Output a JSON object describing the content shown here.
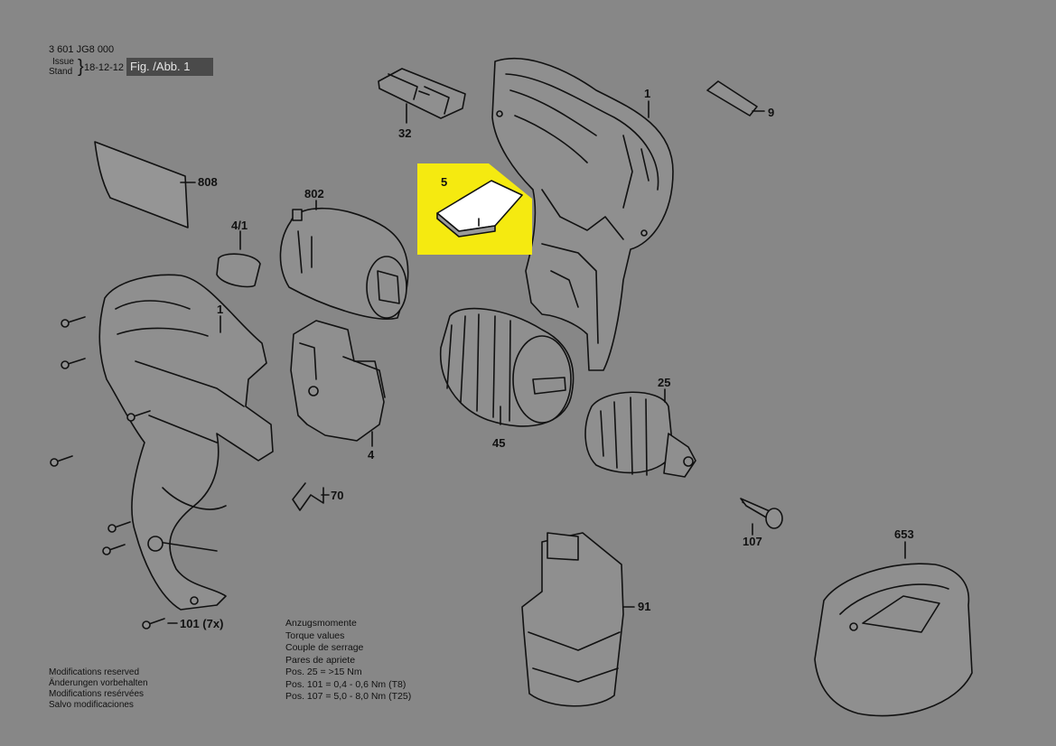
{
  "header": {
    "part_number": "3 601 JG8 000",
    "issue_label": "Issue",
    "stand_label": "Stand",
    "date": "18-12-12",
    "fig_label": "Fig. /Abb. 1"
  },
  "parts": [
    {
      "id": "32"
    },
    {
      "id": "1"
    },
    {
      "id": "9"
    },
    {
      "id": "808"
    },
    {
      "id": "5"
    },
    {
      "id": "802"
    },
    {
      "id": "4/1"
    },
    {
      "id": "1"
    },
    {
      "id": "25"
    },
    {
      "id": "4"
    },
    {
      "id": "45"
    },
    {
      "id": "70"
    },
    {
      "id": "107"
    },
    {
      "id": "653"
    },
    {
      "id": "91"
    },
    {
      "id": "101 (7x)"
    }
  ],
  "highlight": {
    "part": "5",
    "color": "#f5ea10"
  },
  "torque": {
    "lines": [
      "Anzugsmomente",
      "Torque values",
      "Couple de serrage",
      "Pares de apriete",
      "Pos.  25  = >15 Nm",
      "Pos. 101 = 0,4 - 0,6 Nm (T8)",
      "Pos. 107 = 5,0 - 8,0 Nm (T25)"
    ]
  },
  "notes": {
    "lines": [
      "Modifications reserved",
      "Änderungen vorbehalten",
      "Modifications resérvées",
      "Salvo modificaciones"
    ]
  },
  "colors": {
    "background": "#878787",
    "line": "#111111",
    "fill": "#8f8f8f"
  }
}
